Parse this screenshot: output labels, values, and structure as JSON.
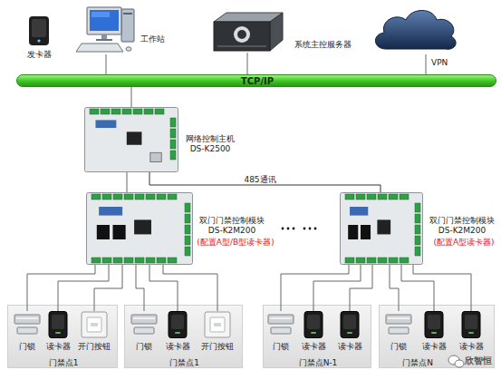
{
  "diagram": {
    "nodes": [
      {
        "text": [
          "发卡器"
        ]
      },
      {
        "text": [
          "工作站"
        ]
      },
      {
        "text": [
          "系统主控服务器"
        ]
      },
      {
        "text": [
          "VPN"
        ]
      },
      {
        "text": [
          "TCP/IP"
        ]
      },
      {
        "text": [
          "网络控制主机 DS-K2500"
        ]
      },
      {
        "text": [
          "双门门禁控制模块 DS-K2M200",
          "(配置A型/B型读卡器)"
        ]
      },
      {
        "text": [
          "双门门禁控制模块 DS-K2M200",
          "(配置A型读卡器)"
        ]
      },
      {
        "text": [
          "门禁点1"
        ]
      },
      {
        "text": [
          "门锁"
        ],
        "in": 8
      },
      {
        "text": [
          "读卡器"
        ],
        "in": 8
      },
      {
        "text": [
          "开门按钮"
        ],
        "in": 8
      },
      {
        "text": [
          "门禁点1"
        ]
      },
      {
        "text": [
          "门锁"
        ],
        "in": 12
      },
      {
        "text": [
          "读卡器"
        ],
        "in": 12
      },
      {
        "text": [
          "开门按钮"
        ],
        "in": 12
      },
      {
        "text": [
          "门禁点N-1"
        ]
      },
      {
        "text": [
          "门锁"
        ],
        "in": 16
      },
      {
        "text": [
          "读卡器"
        ],
        "in": 16
      },
      {
        "text": [
          "读卡器"
        ],
        "in": 16
      },
      {
        "text": [
          "门禁点N"
        ]
      },
      {
        "text": [
          "门锁"
        ],
        "in": 20
      },
      {
        "text": [
          "读卡器"
        ],
        "in": 20
      },
      {
        "text": [
          "读卡器"
        ],
        "in": 20
      }
    ],
    "edges": [
      {
        "from": 1,
        "to": 4,
        "arrow": "none"
      },
      {
        "from": 2,
        "to": 4,
        "arrow": "none"
      },
      {
        "from": 3,
        "to": 4,
        "arrow": "none"
      },
      {
        "from": 4,
        "to": 5,
        "arrow": "none"
      },
      {
        "from": 5,
        "to": 6,
        "arrow": "none"
      },
      {
        "from": 5,
        "to": 7,
        "label": "485通讯",
        "arrow": "none"
      },
      {
        "from": 6,
        "to": 9,
        "arrow": "none"
      },
      {
        "from": 6,
        "to": 10,
        "arrow": "none"
      },
      {
        "from": 6,
        "to": 11,
        "arrow": "none"
      },
      {
        "from": 6,
        "to": 13,
        "arrow": "none"
      },
      {
        "from": 6,
        "to": 14,
        "arrow": "none"
      },
      {
        "from": 6,
        "to": 15,
        "arrow": "none"
      },
      {
        "from": 7,
        "to": 17,
        "arrow": "none"
      },
      {
        "from": 7,
        "to": 18,
        "arrow": "none"
      },
      {
        "from": 7,
        "to": 19,
        "arrow": "none"
      },
      {
        "from": 7,
        "to": 21,
        "arrow": "none"
      },
      {
        "from": 7,
        "to": 22,
        "arrow": "none"
      },
      {
        "from": 7,
        "to": 23,
        "arrow": "none"
      }
    ],
    "labels": [
      "欣智恒"
    ]
  }
}
